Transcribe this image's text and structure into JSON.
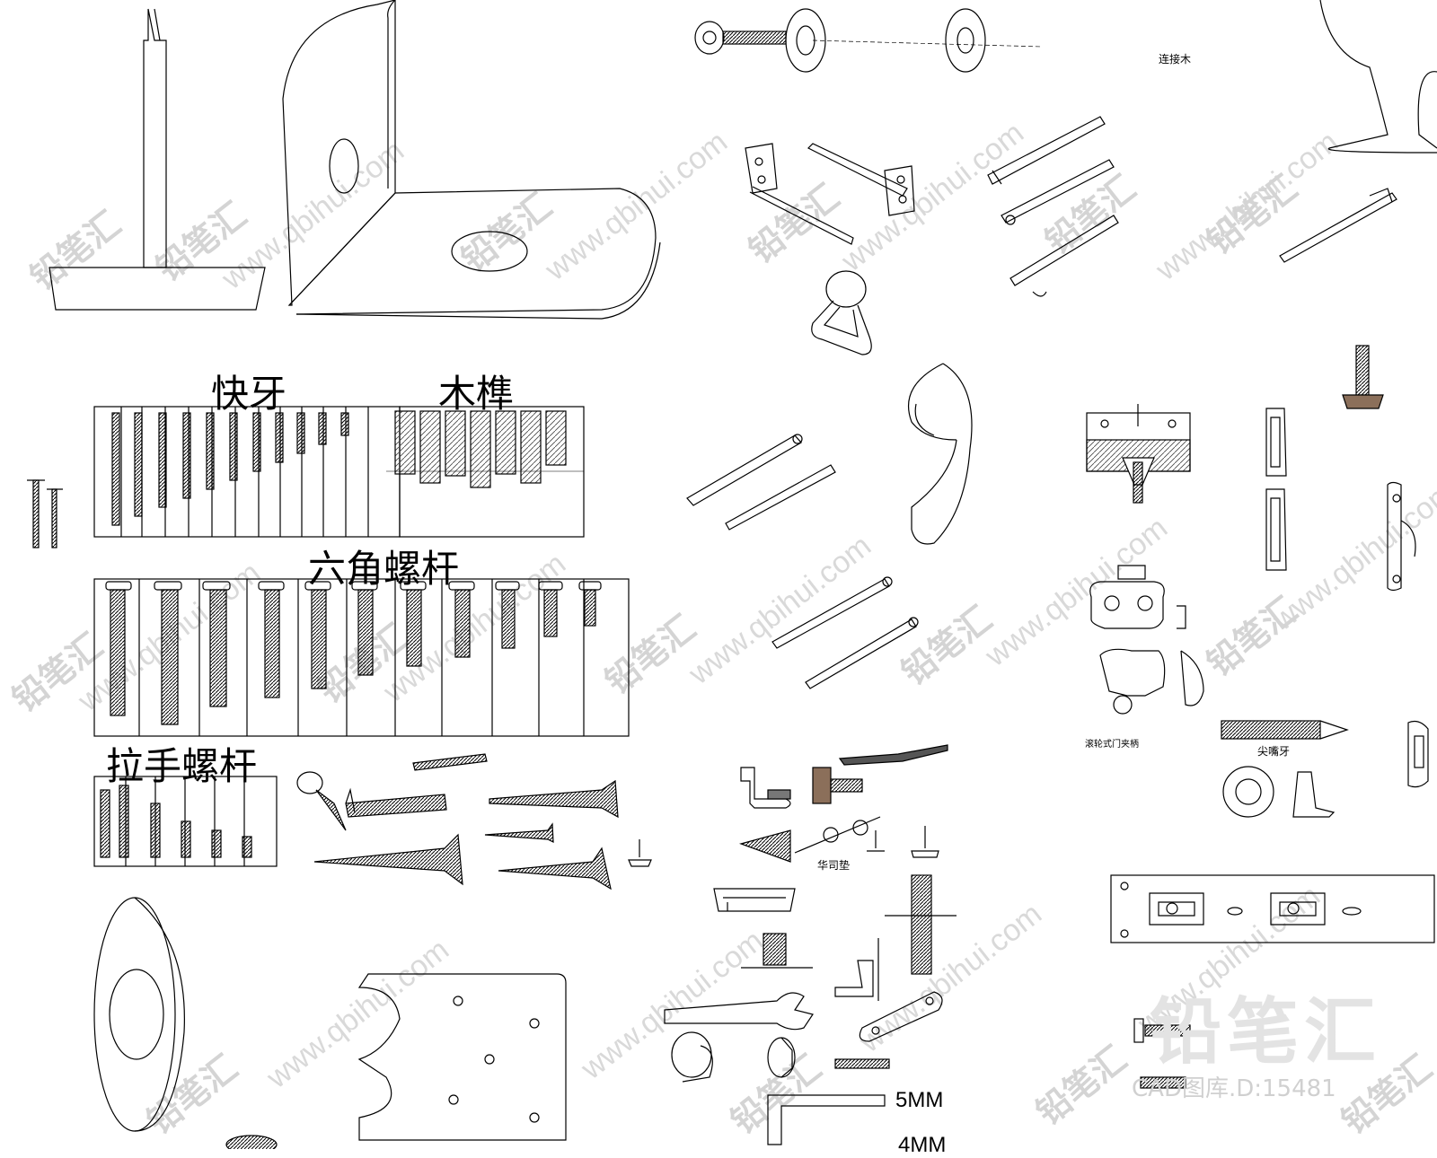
{
  "labels": {
    "kuai_ya": "快牙",
    "mu_sun": "木榫",
    "liu_jiao": "六角螺杆",
    "la_shou": "拉手螺杆",
    "lian_jie_mu": "连接木",
    "jian_zui_ya": "尖嘴牙",
    "door_catch": "滚轮式门夹柄",
    "washer": "华司垫",
    "size_5mm": "5MM",
    "size_4mm": "4MM"
  },
  "watermark": {
    "url": "www.qbihui.com",
    "brand_cn": "铅笔汇"
  },
  "footer": {
    "brand": "铅笔汇",
    "caption": "CAD图库.D:15481"
  }
}
